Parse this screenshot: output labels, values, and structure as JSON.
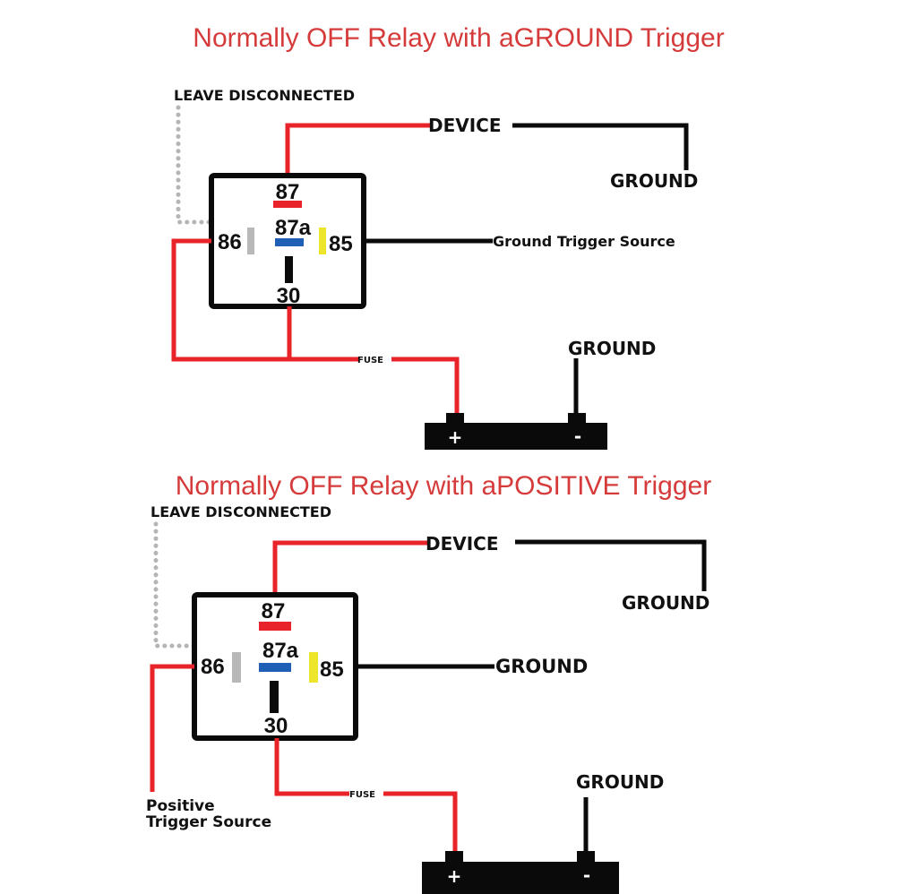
{
  "diagrams": [
    {
      "title": "Normally OFF Relay with aGROUND Trigger",
      "leave_disconnected": "LEAVE DISCONNECTED",
      "device": "DEVICE",
      "device_ground": "GROUND",
      "pin85_label": "Ground Trigger Source",
      "fuse": "FUSE",
      "battery_ground": "GROUND",
      "pins": {
        "p87": "87",
        "p87a": "87a",
        "p86": "86",
        "p85": "85",
        "p30": "30"
      },
      "battery": {
        "plus": "+",
        "minus": "-"
      }
    },
    {
      "title": "Normally OFF Relay with aPOSITIVE Trigger",
      "leave_disconnected": "LEAVE DISCONNECTED",
      "device": "DEVICE",
      "device_ground": "GROUND",
      "pin85_label": "GROUND",
      "fuse": "FUSE",
      "battery_ground": "GROUND",
      "trigger_line1": "Positive",
      "trigger_line2": "Trigger Source",
      "pins": {
        "p87": "87",
        "p87a": "87a",
        "p86": "86",
        "p85": "85",
        "p30": "30"
      },
      "battery": {
        "plus": "+",
        "minus": "-"
      }
    }
  ],
  "colors": {
    "title": "#d63b3b",
    "positive_wire": "#e8232a",
    "ground_wire": "#0a0a0a",
    "disconnected_wire": "#b5b5b5",
    "pin87": "#e8232a",
    "pin87a": "#1f5fb5",
    "pin86": "#b8b8b8",
    "pin85": "#ece52a",
    "pin30": "#0a0a0a"
  }
}
